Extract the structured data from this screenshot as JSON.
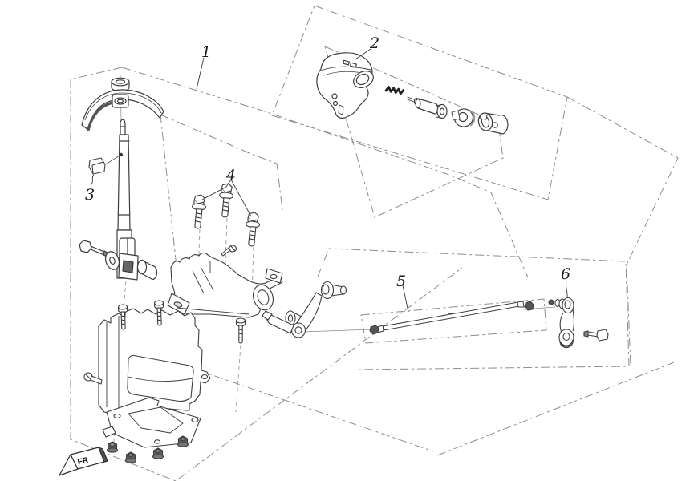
{
  "diagram": {
    "kind": "exploded-parts-diagram",
    "background_color": "#ffffff",
    "part_line_color": "#3d3d3d",
    "boundary_line_color": "#8d8d8d",
    "callouts": [
      {
        "id": "1"
      },
      {
        "id": "2"
      },
      {
        "id": "3"
      },
      {
        "id": "4"
      },
      {
        "id": "5"
      },
      {
        "id": "6"
      }
    ],
    "direction_marker": {
      "label": "FR"
    }
  }
}
